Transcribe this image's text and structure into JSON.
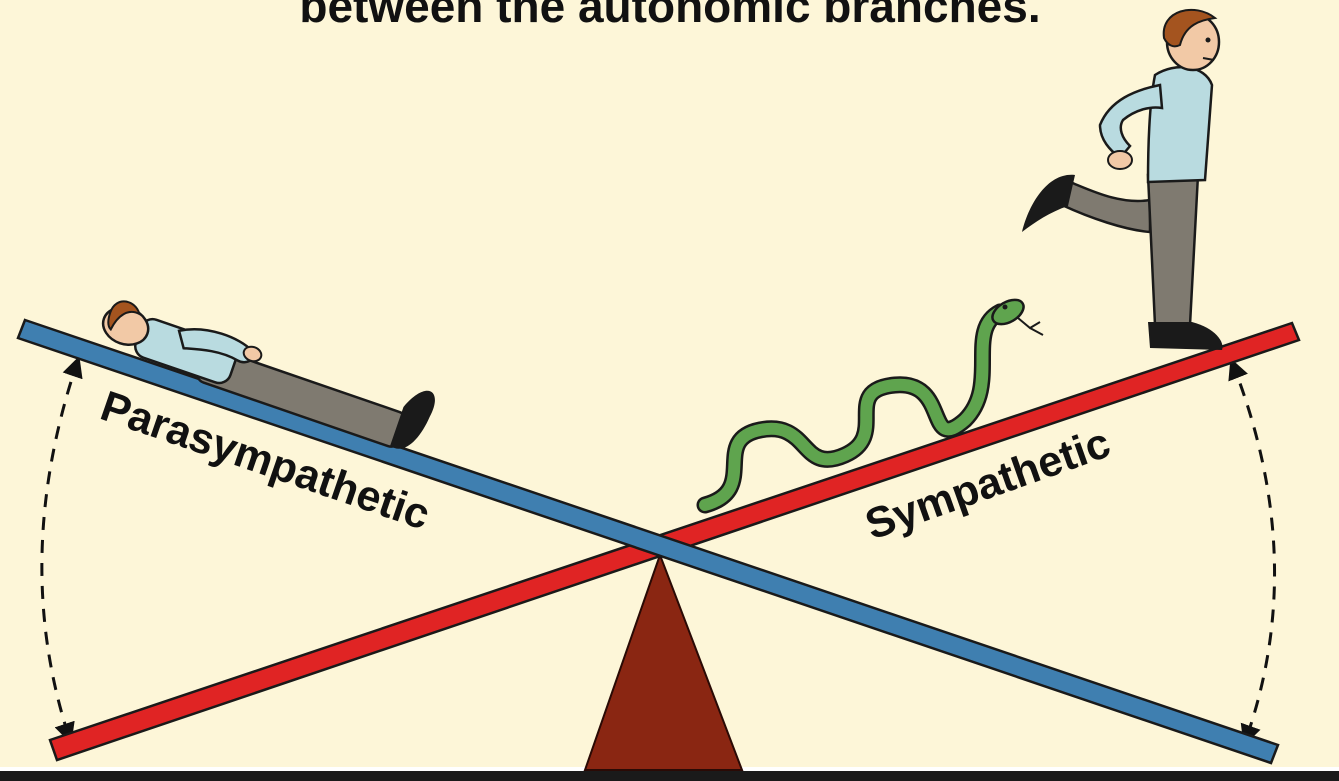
{
  "title": "between the autonomic branches.",
  "labels": {
    "parasympathetic": "Parasympathetic",
    "sympathetic": "Sympathetic"
  },
  "colors": {
    "background": "#fdf6d8",
    "parasympathetic_beam": "#3f7fb0",
    "sympathetic_beam": "#e02424",
    "fulcrum": "#8a2612",
    "snake": "#5fa44e",
    "shirt": "#b9dbe0",
    "pants": "#7f7a70",
    "skin": "#f2c9a6",
    "hair": "#a4541f"
  },
  "icons": {
    "resting_person": "resting-person-icon",
    "running_person": "running-person-icon",
    "snake": "snake-icon",
    "fulcrum": "fulcrum-icon"
  }
}
